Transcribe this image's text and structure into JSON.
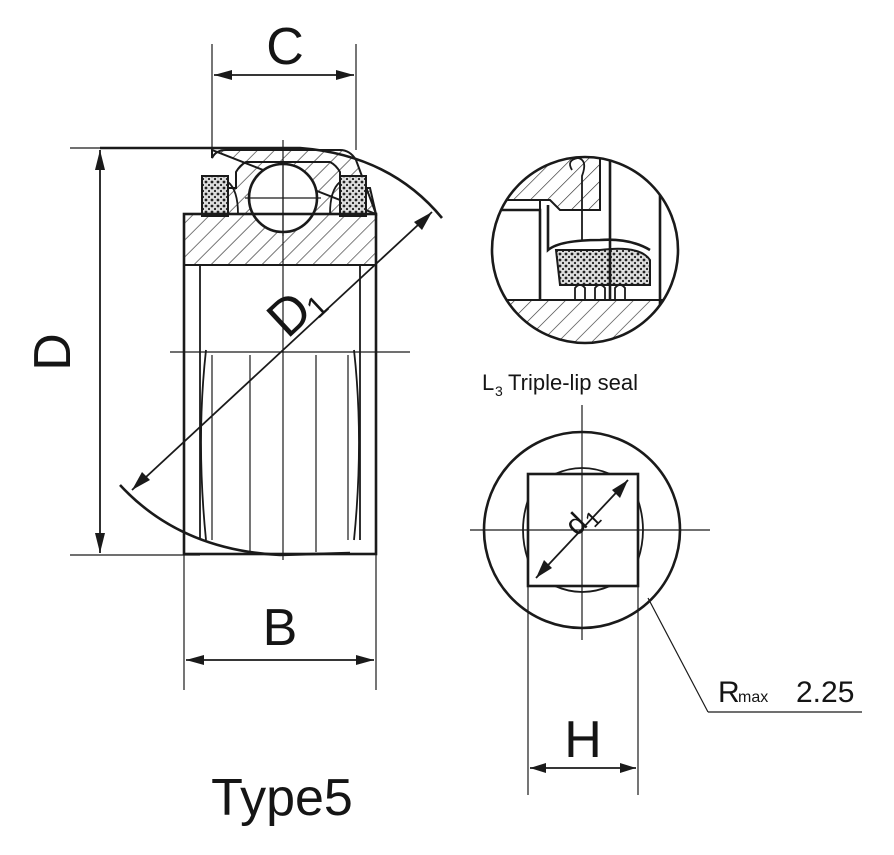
{
  "labels": {
    "C": "C",
    "D": "D",
    "D1": "D",
    "D1_sub": "1",
    "B": "B",
    "seal_L": "L",
    "seal_sub": "3",
    "seal_text": "Triple-lip seal",
    "d1": "d",
    "d1_sub": "1",
    "H": "H",
    "R_main": "R",
    "R_small": "max",
    "R_value": "2.25",
    "title": "Type5"
  }
}
